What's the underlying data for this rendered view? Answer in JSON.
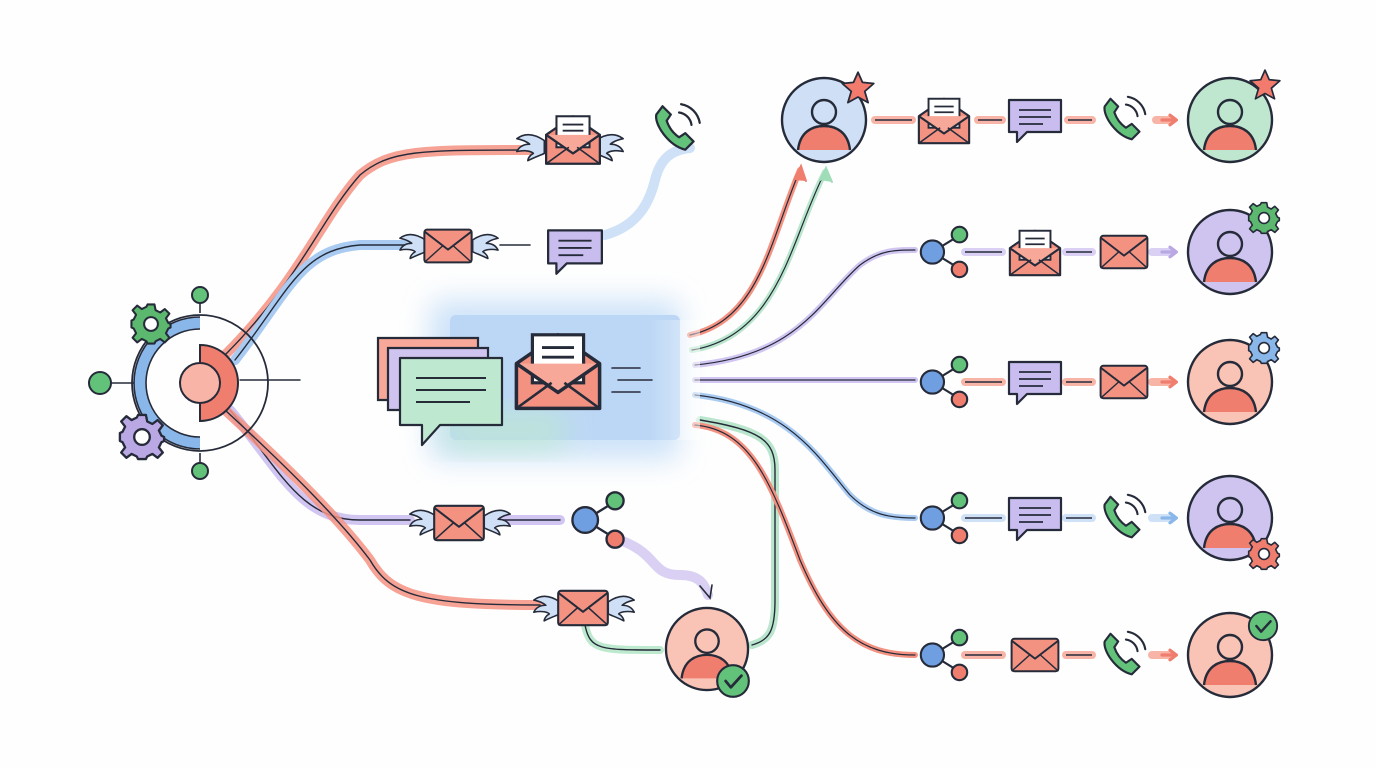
{
  "colors": {
    "ink": "#262b3a",
    "coral": "#f07e6e",
    "coral_light": "#f8b4a6",
    "blue": "#8ab7ea",
    "blue_light": "#cfe1f7",
    "green": "#5cb86f",
    "green_light": "#b9e6cc",
    "purple": "#b9a8e4",
    "purple_light": "#d9d0f3",
    "avatar_blue": "#cfe0f6",
    "avatar_coral": "#f9c3b5",
    "avatar_green": "#bfe6cf",
    "avatar_purple": "#cfc4ef",
    "star": "#f27b6d"
  },
  "icons": {
    "hub": "hub-gears-icon",
    "winged_envelope": "winged-envelope-icon",
    "open_envelope": "open-envelope-icon",
    "envelope": "envelope-icon",
    "chat": "chat-bubble-icon",
    "phone": "phone-icon",
    "share": "share-nodes-icon",
    "user": "user-avatar-icon",
    "star": "star-badge-icon",
    "gear": "gear-badge-icon",
    "check": "check-badge-icon",
    "arrow": "arrow-right-icon"
  },
  "source": {
    "name": "hub",
    "branches": [
      {
        "name": "branch-upper-winged-envelope",
        "color": "coral"
      },
      {
        "name": "branch-upper-chat",
        "color": "blue"
      },
      {
        "name": "branch-center-message-hub",
        "color": "green"
      },
      {
        "name": "branch-lower-share",
        "color": "purple"
      },
      {
        "name": "branch-lower-user",
        "color": "coral"
      }
    ]
  },
  "journeys": [
    {
      "name": "journey-1",
      "steps": [
        "open_envelope",
        "chat",
        "phone"
      ],
      "avatar": "avatar_green",
      "badge": "star",
      "link": "coral"
    },
    {
      "name": "journey-2",
      "steps": [
        "share",
        "open_envelope",
        "envelope"
      ],
      "avatar": "avatar_purple",
      "badge": "gear",
      "link": "purple"
    },
    {
      "name": "journey-3",
      "steps": [
        "share",
        "chat",
        "envelope"
      ],
      "avatar": "avatar_coral",
      "badge": "gear",
      "link": "coral"
    },
    {
      "name": "journey-4",
      "steps": [
        "share",
        "chat",
        "phone"
      ],
      "avatar": "avatar_purple",
      "badge": "gear",
      "link": "blue"
    },
    {
      "name": "journey-5",
      "steps": [
        "share",
        "envelope",
        "phone"
      ],
      "avatar": "avatar_coral",
      "badge": "check",
      "link": "coral"
    }
  ]
}
